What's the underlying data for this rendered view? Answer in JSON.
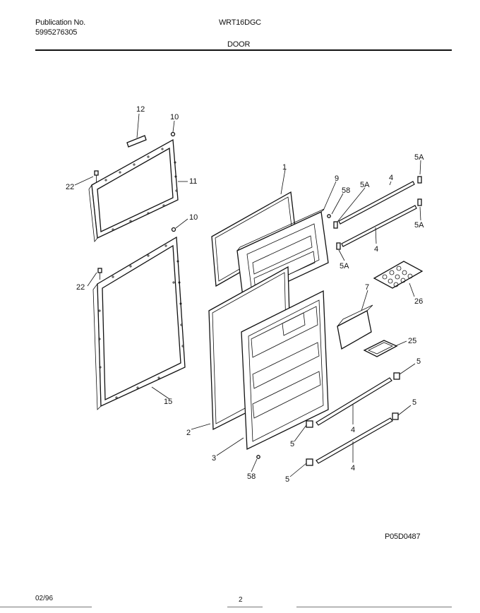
{
  "header": {
    "pub_label": "Publication No.",
    "pub_number": "5995276305",
    "model": "WRT16DGC",
    "section": "DOOR"
  },
  "callouts": {
    "c12": "12",
    "c10_top": "10",
    "c22_top": "22",
    "c11": "11",
    "c10_mid": "10",
    "c22_mid": "22",
    "c15": "15",
    "c1": "1",
    "c2": "2",
    "c3": "3",
    "c9": "9",
    "c58_top": "58",
    "c58_bottom": "58",
    "c5A_1": "5A",
    "c5A_2": "5A",
    "c5A_3": "5A",
    "c5A_4": "5A",
    "c4_1": "4",
    "c4_2": "4",
    "c4_3": "4",
    "c4_4": "4",
    "c26": "26",
    "c7": "7",
    "c25": "25",
    "c5_1": "5",
    "c5_2": "5",
    "c5_3": "5",
    "c5_4": "5"
  },
  "drawing_id": "P05D0487",
  "footer": {
    "date": "02/96",
    "page": "2"
  }
}
